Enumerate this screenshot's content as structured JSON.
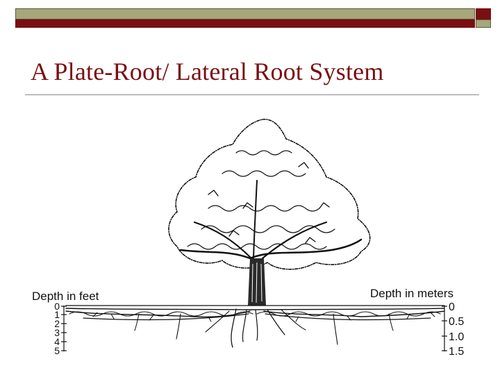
{
  "slide": {
    "title": "A Plate-Root/ Lateral Root System"
  },
  "figure": {
    "left_label": "Depth in feet",
    "right_label": "Depth in meters",
    "feet_ticks": [
      "0",
      "1",
      "2",
      "3",
      "4",
      "5"
    ],
    "meter_ticks": [
      "0",
      "0.5",
      "1.0",
      "1.5"
    ]
  },
  "colors": {
    "title": "#7a0f12",
    "bar_olive": "#a6a77a",
    "bar_red": "#7a0f12"
  }
}
